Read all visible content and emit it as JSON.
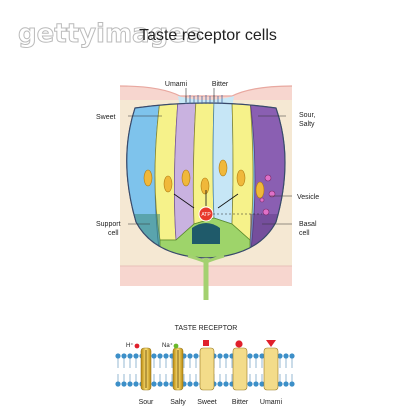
{
  "title": "Taste receptor cells",
  "watermark": "gettyimages",
  "labels": {
    "umami": "Umami",
    "bitter": "Bitter",
    "sweet": "Sweet",
    "sour_salty_1": "Sour,",
    "sour_salty_2": "Salty",
    "vesicle": "Vesicle",
    "support_cell_1": "Support",
    "support_cell_2": "cell",
    "basal_cell_1": "Basal",
    "basal_cell_2": "cell",
    "atp": "ATP"
  },
  "receptor_section": {
    "title": "TASTE RECEPTOR",
    "ions": {
      "h": "H⁺",
      "na": "Na⁺"
    },
    "receptors": [
      "Sour",
      "Salty",
      "Sweet",
      "Bitter",
      "Umami"
    ]
  },
  "colors": {
    "tissue": "#f5e8d3",
    "tissue_bottom": "#f7d6cf",
    "cell_blue": "#7ec3ec",
    "cell_purple": "#c9b2e0",
    "cell_yellow": "#f6f28a",
    "cell_green": "#9ed46a",
    "cell_lightblue": "#c6e6f6",
    "cell_darkpurple": "#8a5fb2",
    "nucleus": "#f0b83a",
    "nerve": "#a3d170",
    "membrane_head": "#3c8fc8",
    "channel": "#f1c232",
    "sweet_mark": "#e0202c"
  }
}
